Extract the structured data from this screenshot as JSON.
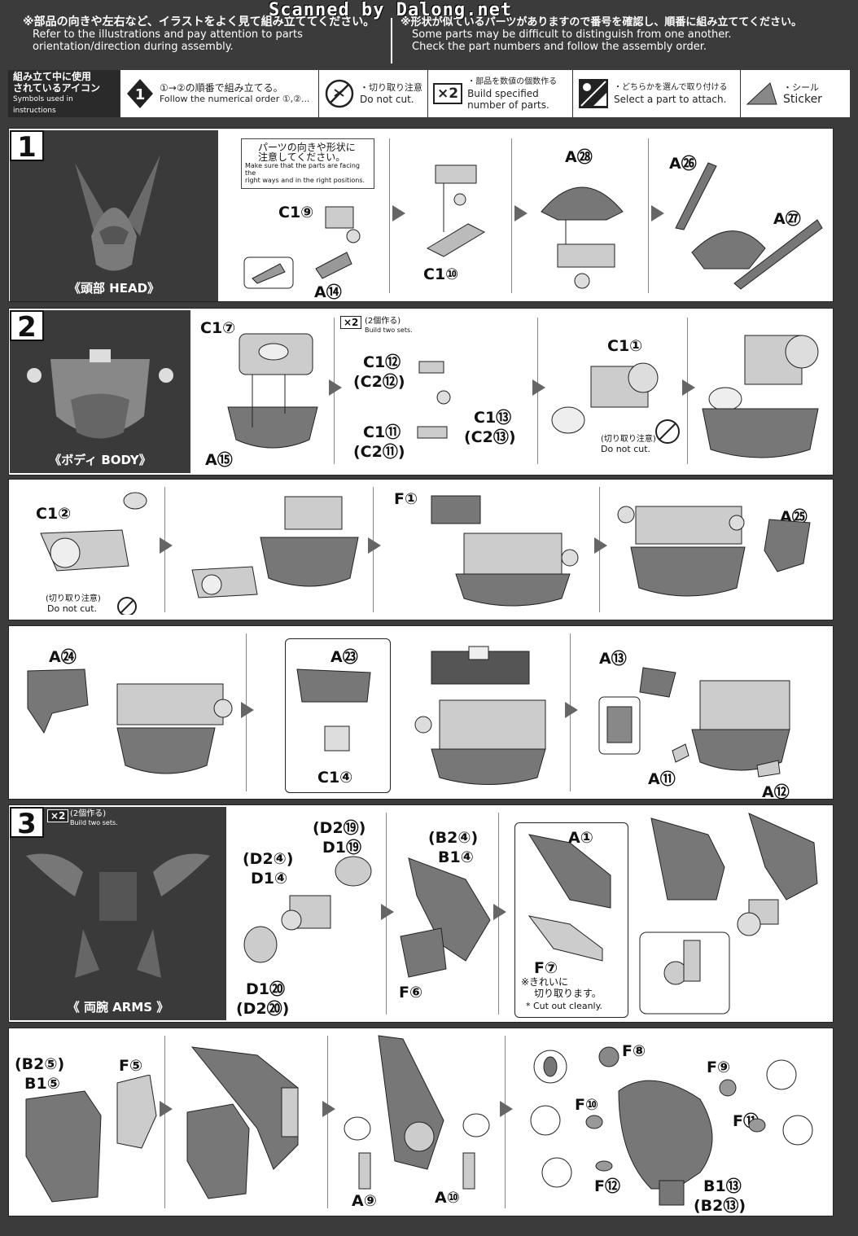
{
  "watermark": "Scanned by Dalong.net",
  "header": {
    "left_jp": "※部品の向きや左右など、イラストをよく見て組み立ててください。",
    "left_en1": "Refer to the illustrations and pay attention to parts",
    "left_en2": "orientation/direction during assembly.",
    "right_jp": "※形状が似ているパーツがありますので番号を確認し、順番に組み立ててください。",
    "right_en1": "Some parts may be difficult to distinguish from one another.",
    "right_en2": "Check the part numbers and follow the assembly order."
  },
  "iconbar": {
    "title_jp1": "組み立て中に使用",
    "title_jp2": "されているアイコン",
    "title_en": "Symbols used in instructions",
    "order_jp": "①→②の順番で組み立てる。",
    "order_en": "Follow the numerical order ①,②...",
    "nocut_jp": "・切り取り注意",
    "nocut_en": "Do not cut.",
    "x2_label": "×2",
    "x2_jp": "・部品を数値の個数作る",
    "x2_en1": "Build specified",
    "x2_en2": "number of parts.",
    "select_jp": "・どちらかを選んで取り付ける",
    "select_en": "Select a part to attach.",
    "sticker_jp": "・シール",
    "sticker_en": "Sticker"
  },
  "step1": {
    "num": "1",
    "caption": "《頭部 HEAD》",
    "note_jp1": "パーツの向きや形状に",
    "note_jp2": "注意してください。",
    "note_en1": "Make sure that the parts are facing the",
    "note_en2": "right ways and in the right positions.",
    "labels": [
      "C1⑨",
      "A⑭",
      "C1⑩",
      "A㉘",
      "A㉖",
      "A㉗"
    ]
  },
  "step2": {
    "num": "2",
    "caption": "《ボディ BODY》",
    "x2_note": "(2個作る)",
    "x2_en": "Build two sets.",
    "nocut_jp": "(切り取り注意)",
    "nocut_en": "Do not cut.",
    "row1": [
      "C1⑦",
      "A⑮",
      "C1⑫",
      "(C2⑫)",
      "C1⑬",
      "(C2⑬)",
      "C1⑪",
      "(C2⑪)",
      "C1①"
    ],
    "row2": [
      "C1②",
      "F①",
      "A㉕"
    ],
    "row3": [
      "A㉔",
      "A㉓",
      "C1④",
      "A⑬",
      "A⑪",
      "A⑫"
    ]
  },
  "step3": {
    "num": "3",
    "caption": "《 両腕 ARMS 》",
    "x2_note": "(2個作る)",
    "x2_en": "Build two sets.",
    "cut_jp1": "※きれいに",
    "cut_jp2": "切り取ります。",
    "cut_en": "* Cut out cleanly.",
    "row1": [
      "(D2⑲)",
      "D1⑲",
      "(D2④)",
      "D1④",
      "D1⑳",
      "(D2⑳)",
      "(B2④)",
      "B1④",
      "F⑥",
      "A①",
      "F⑦"
    ],
    "row2": [
      "(B2⑤)",
      "B1⑤",
      "F⑤",
      "A⑨",
      "A⑩",
      "F⑧",
      "F⑨",
      "F⑩",
      "F⑪",
      "F⑫",
      "B1⑬",
      "(B2⑬)"
    ]
  }
}
